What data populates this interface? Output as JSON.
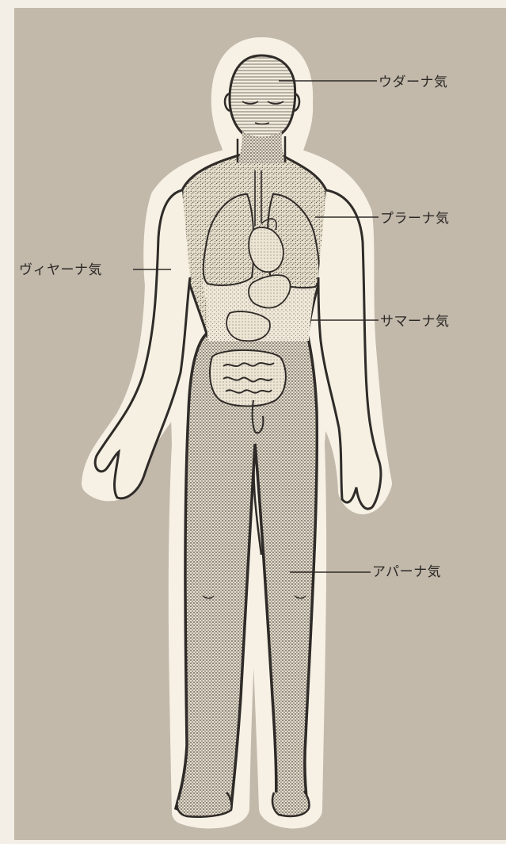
{
  "diagram": {
    "labels": {
      "udana": "ウダーナ気",
      "prana": "プラーナ気",
      "vyana": "ヴィヤーナ気",
      "samana": "サマーナ気",
      "apana": "アパーナ気"
    },
    "colors": {
      "background": "#c2b9ab",
      "outer_page": "#f3efe6",
      "body_fill": "#f5f0e2",
      "outline": "#3a3632",
      "stipple": "#5a544d"
    }
  }
}
